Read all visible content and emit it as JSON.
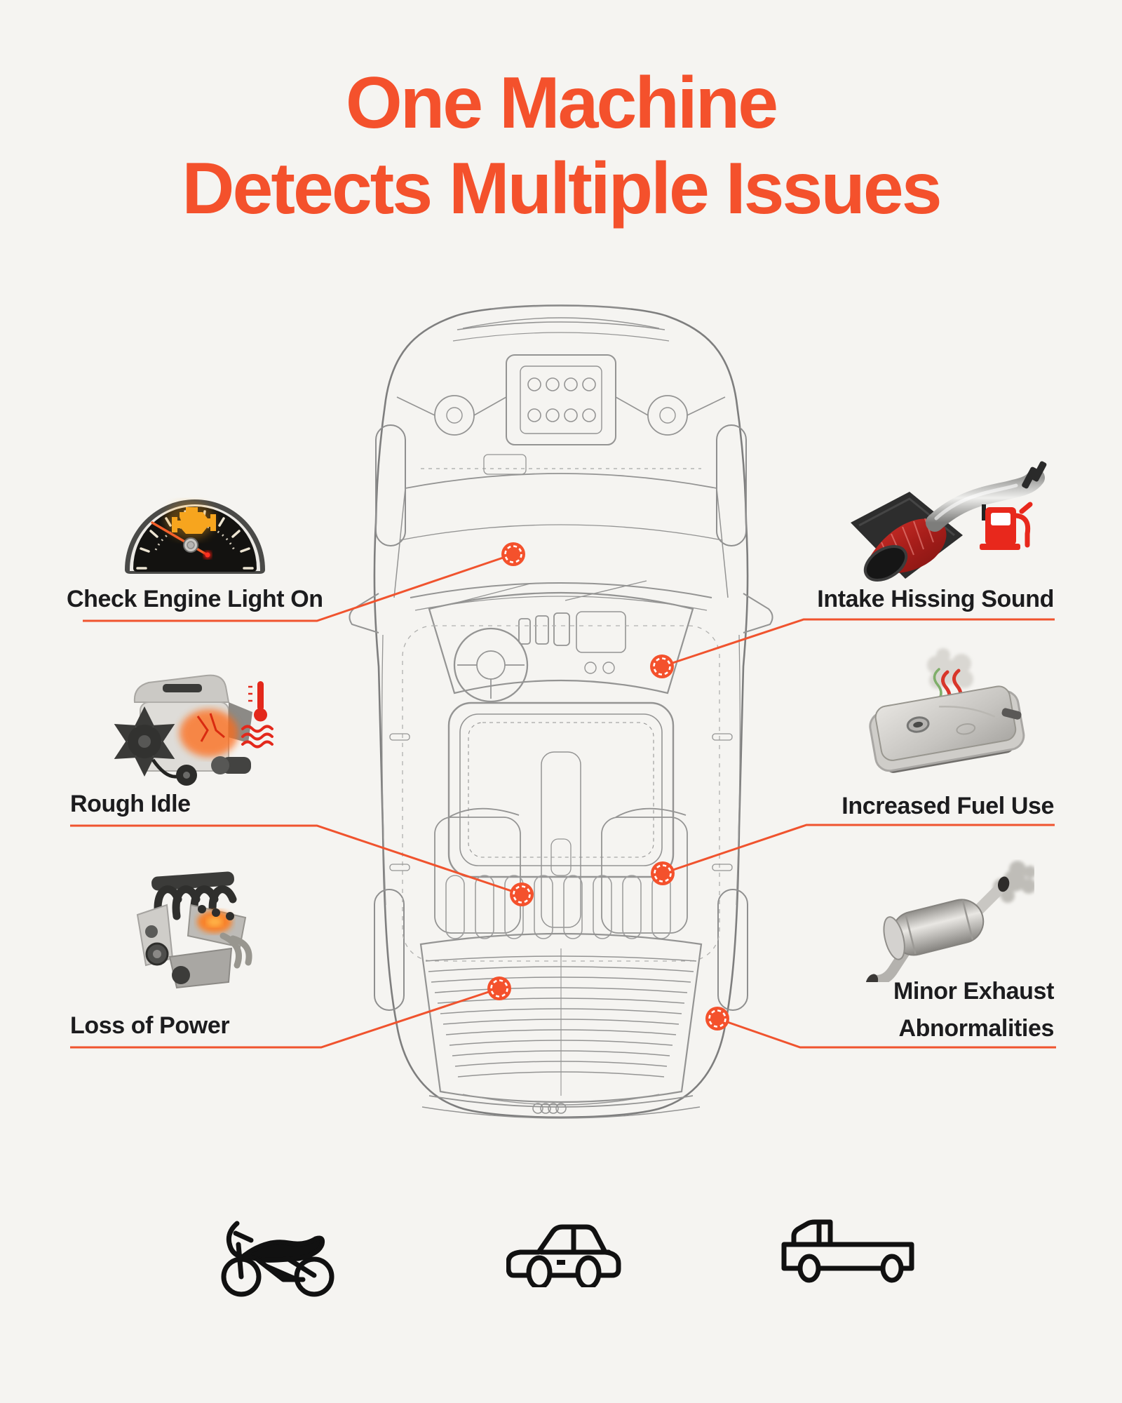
{
  "title": {
    "line1": "One Machine",
    "line2": "Detects Multiple Issues"
  },
  "issues": [
    {
      "label": "Check Engine Light On",
      "icon": "check-engine-gauge-icon",
      "side": "left"
    },
    {
      "label": "Rough Idle",
      "icon": "overheating-engine-icon",
      "side": "left"
    },
    {
      "label": "Loss of Power",
      "icon": "v8-engine-icon",
      "side": "left"
    },
    {
      "label": "Intake Hissing Sound",
      "icon": "air-intake-fuel-pump-icon",
      "side": "right"
    },
    {
      "label": "Increased Fuel Use",
      "icon": "smoking-fuel-tank-icon",
      "side": "right"
    },
    {
      "label_line1": "Minor Exhaust",
      "label_line2": "Abnormalities",
      "icon": "smoking-muffler-icon",
      "side": "right"
    }
  ],
  "diagram": {
    "name": "car-top-view-blueprint",
    "callout_points": 6
  },
  "vehicle_types": [
    "motorcycle",
    "car",
    "pickup-truck"
  ],
  "colors": {
    "accent": "#F4512C",
    "background": "#F5F4F1",
    "label_text": "#1C1C1E",
    "blueprint_line": "#8F8F8F",
    "warning_amber": "#F7A51E",
    "alert_red": "#E3281B"
  }
}
